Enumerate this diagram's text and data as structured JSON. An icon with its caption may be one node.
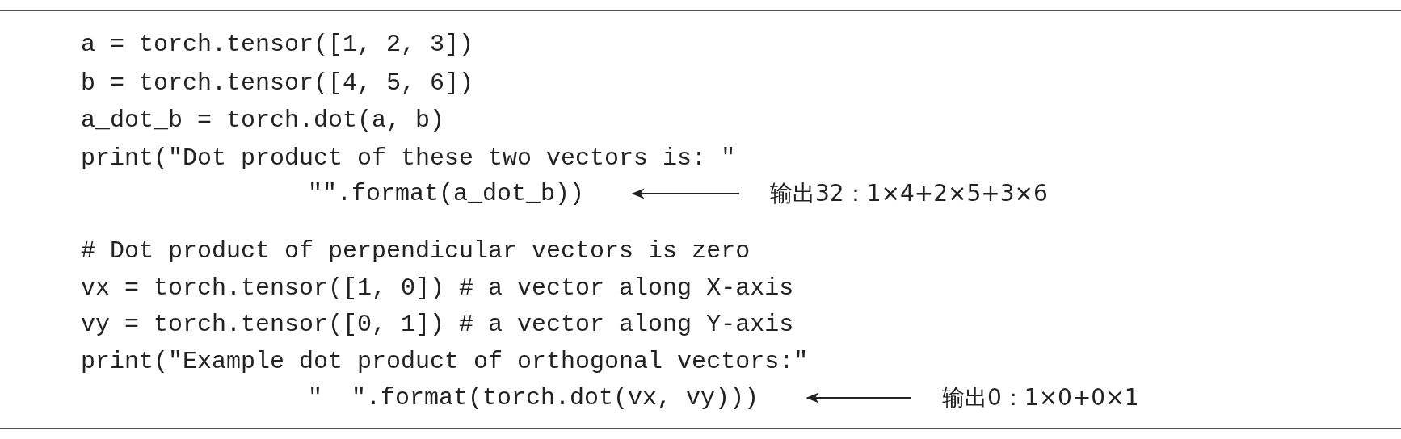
{
  "diagram": {
    "nodes": [
      {
        "text": [
          "\"\".format(a_dot_b))"
        ]
      },
      {
        "text": [
          "输出32：1×4+2×5+3×6"
        ]
      },
      {
        "text": [
          "\"  \".format(torch.dot(vx, vy)))"
        ]
      },
      {
        "text": [
          "输出0：1×0+0×1"
        ]
      }
    ],
    "edges": [
      {
        "from": 1,
        "to": 0,
        "arrow": "to"
      },
      {
        "from": 3,
        "to": 2,
        "arrow": "to"
      }
    ],
    "labels": [
      "a = torch.tensor([1, 2, 3])",
      "b = torch.tensor([4, 5, 6])",
      "a_dot_b = torch.dot(a, b)",
      "print(\"Dot product of these two vectors is: \"",
      "# Dot product of perpendicular vectors is zero",
      "vx = torch.tensor([1, 0]) # a vector along X-axis",
      "vy = torch.tensor([0, 1]) # a vector along Y-axis",
      "print(\"Example dot product of orthogonal vectors:\""
    ]
  }
}
